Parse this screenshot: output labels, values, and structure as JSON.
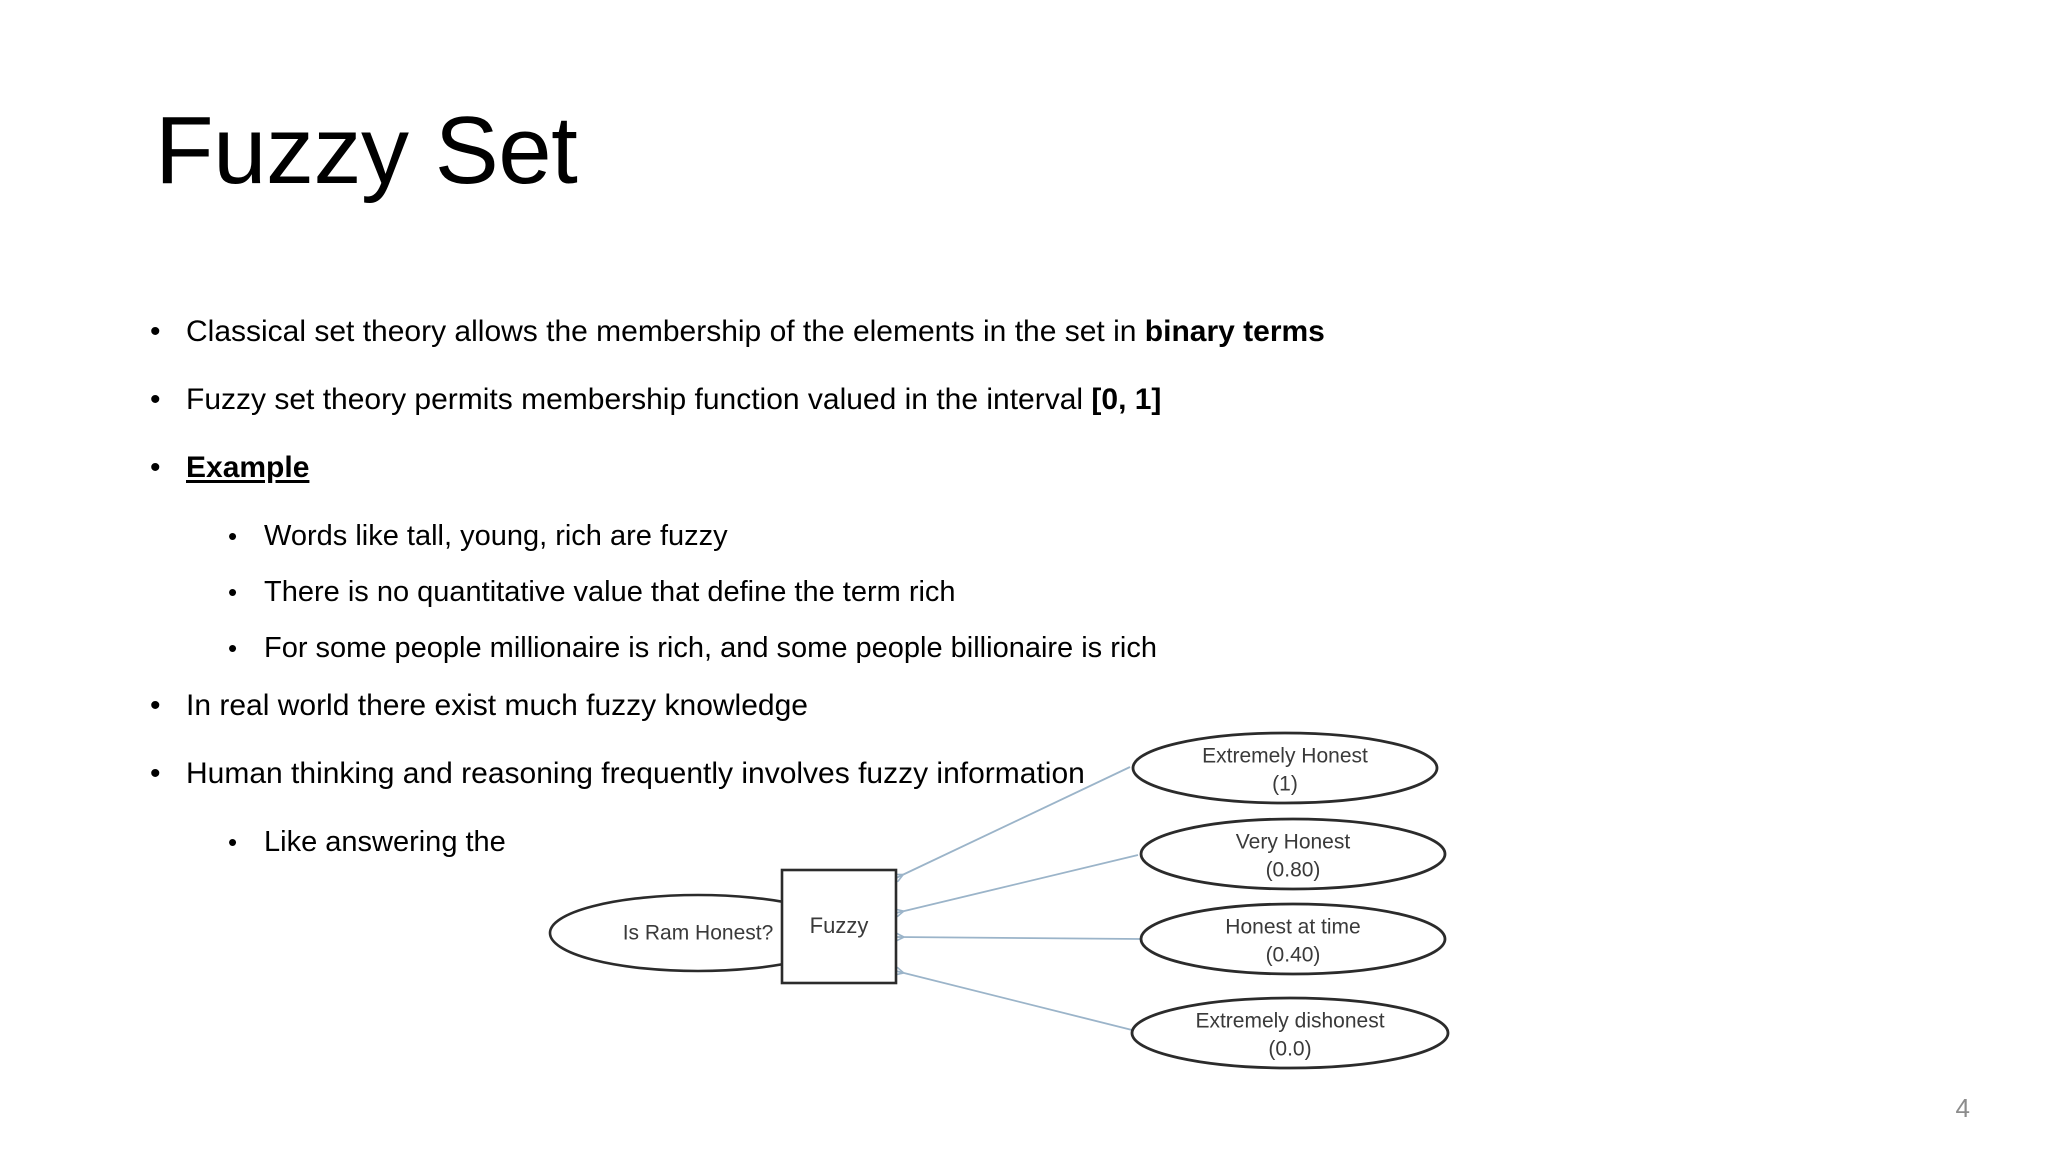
{
  "slide": {
    "title": "Fuzzy Set",
    "page_number": "4",
    "background_color": "#ffffff",
    "text_color": "#000000",
    "page_number_color": "#8c8c8c"
  },
  "bullets": {
    "b1": {
      "marker": "•",
      "text_plain": "Classical set theory allows the membership of the elements in the set in binary terms",
      "text_normal": "Classical set theory allows the membership of the elements in the set in ",
      "text_bold": "binary terms"
    },
    "b2": {
      "marker": "•",
      "text_plain": "Fuzzy set theory permits membership function valued in the interval [0, 1]",
      "text_normal": "Fuzzy set theory permits membership function valued in the interval ",
      "text_bold": "[0, 1]"
    },
    "b3": {
      "marker": "•",
      "text_plain": "Example",
      "label": "Example"
    },
    "b3_sub1": {
      "marker": "•",
      "text_plain": "Words like tall, young, rich are fuzzy"
    },
    "b3_sub2": {
      "marker": "•",
      "text_plain": "There is no quantitative value that define the term rich"
    },
    "b3_sub3": {
      "marker": "•",
      "text_plain": "For some people millionaire is rich, and some people billionaire is rich"
    },
    "b4": {
      "marker": "•",
      "text_plain": "In real world there exist much fuzzy knowledge"
    },
    "b5": {
      "marker": "•",
      "text_plain": "Human thinking and reasoning frequently involves fuzzy information"
    },
    "b5_sub1": {
      "marker": "•",
      "text_plain": "Like answering the"
    }
  },
  "diagram": {
    "question_node": "Is Ram Honest?",
    "process_node": "Fuzzy",
    "outcomes": [
      {
        "label": "Extremely Honest",
        "value": "(1)"
      },
      {
        "label": "Very Honest",
        "value": "(0.80)"
      },
      {
        "label": "Honest at time",
        "value": "(0.40)"
      },
      {
        "label": "Extremely  dishonest",
        "value": "(0.0)"
      }
    ],
    "arrow_color": "#9bb4c9",
    "node_stroke_color": "#2b2b2b",
    "node_text_color": "#3a3a3a"
  }
}
